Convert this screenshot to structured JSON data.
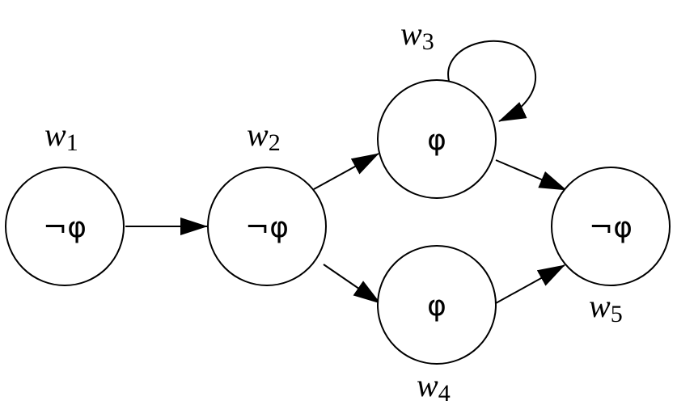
{
  "diagram": {
    "nodes": [
      {
        "id": "w1",
        "label_letter": "w",
        "label_sub": "1",
        "formula": "¬φ"
      },
      {
        "id": "w2",
        "label_letter": "w",
        "label_sub": "2",
        "formula": "¬φ"
      },
      {
        "id": "w3",
        "label_letter": "w",
        "label_sub": "3",
        "formula": "φ"
      },
      {
        "id": "w4",
        "label_letter": "w",
        "label_sub": "4",
        "formula": "φ"
      },
      {
        "id": "w5",
        "label_letter": "w",
        "label_sub": "5",
        "formula": "¬φ"
      }
    ],
    "edges": [
      {
        "from": "w1",
        "to": "w2"
      },
      {
        "from": "w2",
        "to": "w3"
      },
      {
        "from": "w2",
        "to": "w4"
      },
      {
        "from": "w3",
        "to": "w3"
      },
      {
        "from": "w3",
        "to": "w5"
      },
      {
        "from": "w4",
        "to": "w5"
      }
    ],
    "colors": {
      "stroke": "#000000",
      "fill": "#ffffff"
    }
  }
}
